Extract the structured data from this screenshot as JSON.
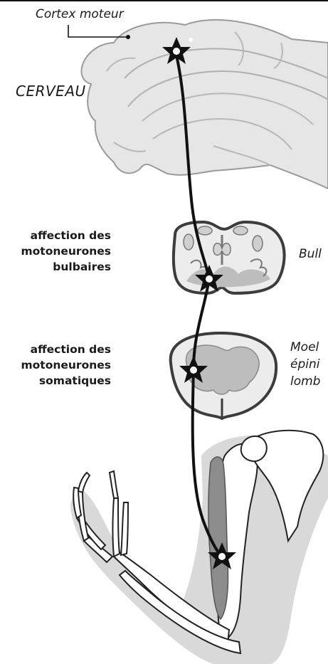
{
  "labels": {
    "cortex": "Cortex moteur",
    "brain": "CERVEAU",
    "bulbar_affection_1": "affection des",
    "bulbar_affection_2": "motoneurones",
    "bulbar_affection_3": "bulbaires",
    "somatic_affection_1": "affection des",
    "somatic_affection_2": "motoneurones",
    "somatic_affection_3": "somatiques",
    "bulb": "Bull",
    "spinal_1": "Moel",
    "spinal_2": "épini",
    "spinal_3": "lomb"
  },
  "colors": {
    "ink": "#111111",
    "brain_fill": "#e6e6e6",
    "brain_stroke": "#9a9a9a",
    "tissue_fill": "#efefef",
    "gray_matter": "#bdbdbd",
    "arm_shadow": "#d9d9d9",
    "muscle": "#8c8c8c"
  }
}
